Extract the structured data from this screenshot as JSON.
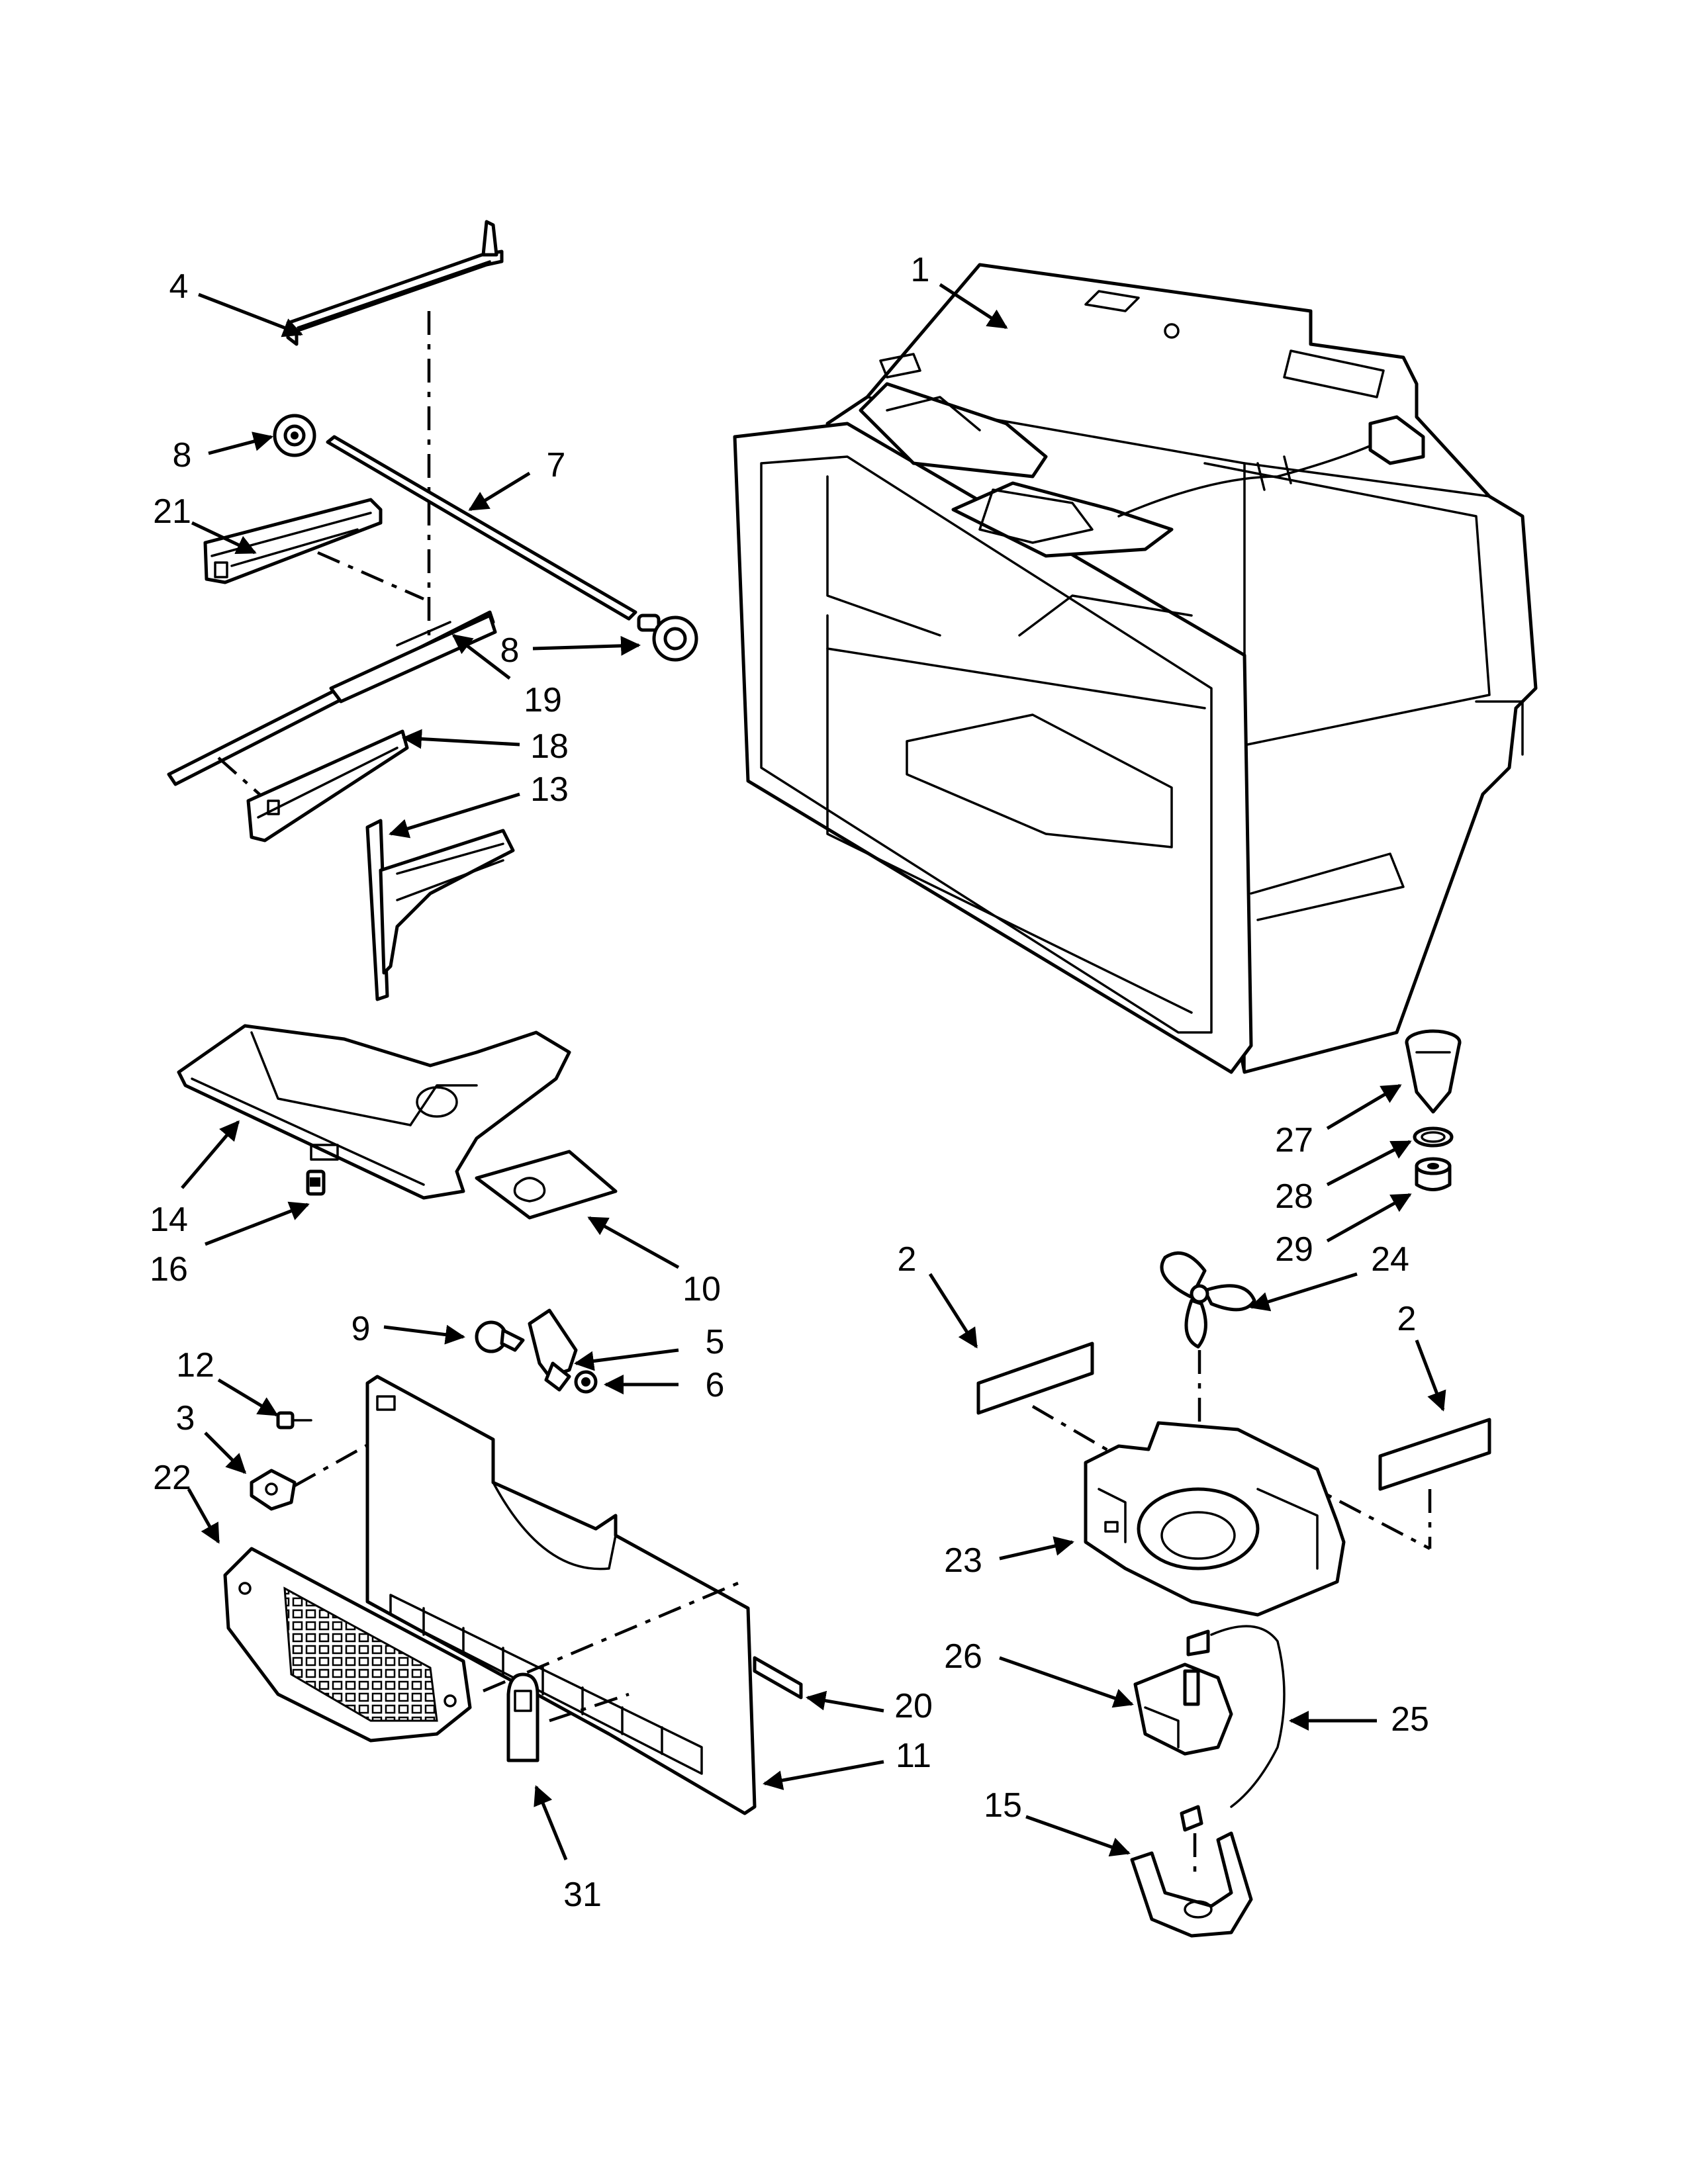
{
  "callouts": [
    {
      "id": "1",
      "text": "1"
    },
    {
      "id": "2a",
      "text": "2"
    },
    {
      "id": "2b",
      "text": "2"
    },
    {
      "id": "3",
      "text": "3"
    },
    {
      "id": "4",
      "text": "4"
    },
    {
      "id": "5",
      "text": "5"
    },
    {
      "id": "6",
      "text": "6"
    },
    {
      "id": "7",
      "text": "7"
    },
    {
      "id": "8a",
      "text": "8"
    },
    {
      "id": "8b",
      "text": "8"
    },
    {
      "id": "9",
      "text": "9"
    },
    {
      "id": "10",
      "text": "10"
    },
    {
      "id": "11",
      "text": "11"
    },
    {
      "id": "12",
      "text": "12"
    },
    {
      "id": "13",
      "text": "13"
    },
    {
      "id": "14",
      "text": "14"
    },
    {
      "id": "15",
      "text": "15"
    },
    {
      "id": "16",
      "text": "16"
    },
    {
      "id": "18",
      "text": "18"
    },
    {
      "id": "19",
      "text": "19"
    },
    {
      "id": "20",
      "text": "20"
    },
    {
      "id": "21",
      "text": "21"
    },
    {
      "id": "22",
      "text": "22"
    },
    {
      "id": "23",
      "text": "23"
    },
    {
      "id": "24",
      "text": "24"
    },
    {
      "id": "25",
      "text": "25"
    },
    {
      "id": "26",
      "text": "26"
    },
    {
      "id": "27",
      "text": "27"
    },
    {
      "id": "28",
      "text": "28"
    },
    {
      "id": "29",
      "text": "29"
    },
    {
      "id": "31",
      "text": "31"
    }
  ]
}
